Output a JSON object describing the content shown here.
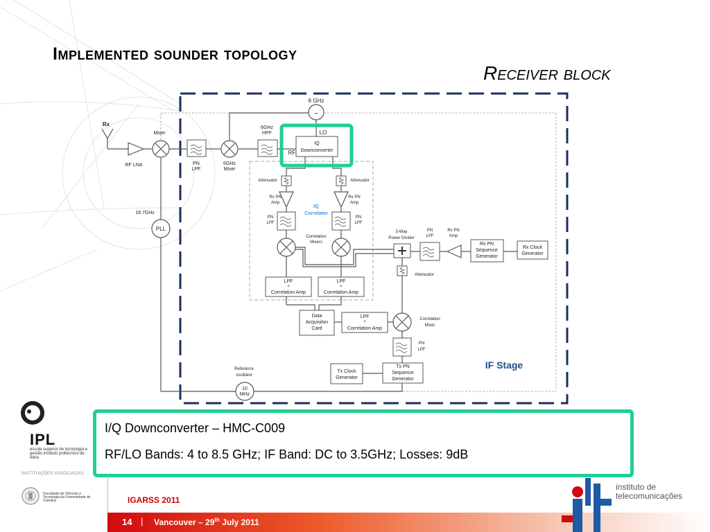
{
  "slide": {
    "title": "Implemented sounder topology",
    "subtitle": "Receiver block"
  },
  "diagram": {
    "labels": {
      "rx": "Rx",
      "mixer": "Mixer",
      "rf_lna": "RF LNA",
      "pn_lpf_1": "PN",
      "pn_lpf_1b": "LPF",
      "mixer_6ghz_1": "6GHz",
      "mixer_6ghz_2": "Mixer",
      "hpf_1": "6GHz",
      "hpf_2": "HPF",
      "osc_6ghz": "6 GHz",
      "osc_symbol": "~",
      "lo": "LO",
      "rf": "RF",
      "iq_dc_1": "IQ",
      "iq_dc_2": "Downconverter",
      "freq_187": "18.7GHz",
      "pll": "PLL",
      "attenuator_l": "Attenuator",
      "attenuator_r": "Attenuator",
      "rx_pn_amp_l1": "Rx PN",
      "rx_pn_amp_l2": "Amp",
      "rx_pn_amp_r1": "Rx PN",
      "rx_pn_amp_r2": "Amp",
      "iq_corr_1": "IQ",
      "iq_corr_2": "Correlator",
      "pn_lpf_l1": "PN",
      "pn_lpf_l2": "LPF",
      "pn_lpf_r1": "PN",
      "pn_lpf_r2": "LPF",
      "corr_mixers_1": "Correlation",
      "corr_mixers_2": "Mixers",
      "lpf_amp_l1": "LPF",
      "lpf_amp_l2": "+",
      "lpf_amp_l3": "Correlation Amp",
      "lpf_amp_r1": "LPF",
      "lpf_amp_r2": "+",
      "lpf_amp_r3": "Correlation Amp",
      "pdiv_1": "3-Way",
      "pdiv_2": "Power Divider",
      "pn_lpf_c1": "PN",
      "pn_lpf_c2": "LPF",
      "rx_pn_amp_c1": "Rx PN",
      "rx_pn_amp_c2": "Amp",
      "rx_pn_seq_1": "Rx PN",
      "rx_pn_seq_2": "Sequence",
      "rx_pn_seq_3": "Generator",
      "rx_clk_1": "Rx Clock",
      "rx_clk_2": "Generator",
      "attenuator_c": "Attenuator",
      "daq_1": "Data",
      "daq_2": "Acquisiton",
      "daq_3": "Card",
      "lpf_amp_b1": "LPF",
      "lpf_amp_b2": "+",
      "lpf_amp_b3": "Correlation Amp",
      "corr_mixer_1": "Correlation",
      "corr_mixer_2": "Mixer",
      "pn_lpf_b1": "PN",
      "pn_lpf_b2": "LPF",
      "if_stage": "IF Stage",
      "ref_osc_1": "Reference",
      "ref_osc_2": "oscillator",
      "ref_10_1": "10",
      "ref_10_2": "MHz",
      "tx_clk_1": "Tx Clock",
      "tx_clk_2": "Generator",
      "tx_pn_1": "Tx PN",
      "tx_pn_2": "Sequence",
      "tx_pn_3": "Generator"
    }
  },
  "info": {
    "line1": "I/Q Downconverter – HMC-C009",
    "line2": "RF/LO Bands: 4 to 8.5 GHz; IF Band: DC to 3.5GHz;   Losses: 9dB"
  },
  "footer": {
    "ipl": "IPL",
    "ipl_sub": "escola superior de tecnologia e gestão instituto politécnico de leiria",
    "assoc": "INSTITUIÇÕES ASSOCIADAS:",
    "seal_text": "Faculdade de Ciências e Tecnologia da Universidade de Coimbra",
    "conference": "IGARSS 2011",
    "page": "14",
    "separator": "|",
    "venue_main": "Vancouver – 29",
    "venue_sup": "th",
    "venue_end": " July 2011",
    "it_line1": "instituto de",
    "it_line2": "telecomunicações"
  },
  "colors": {
    "highlight": "#1fd08f",
    "footer_red": "#d10a10",
    "it_blue": "#1f5aa6",
    "if_stage_blue": "#1f4e8c",
    "correlator_blue": "#4a90d9"
  }
}
